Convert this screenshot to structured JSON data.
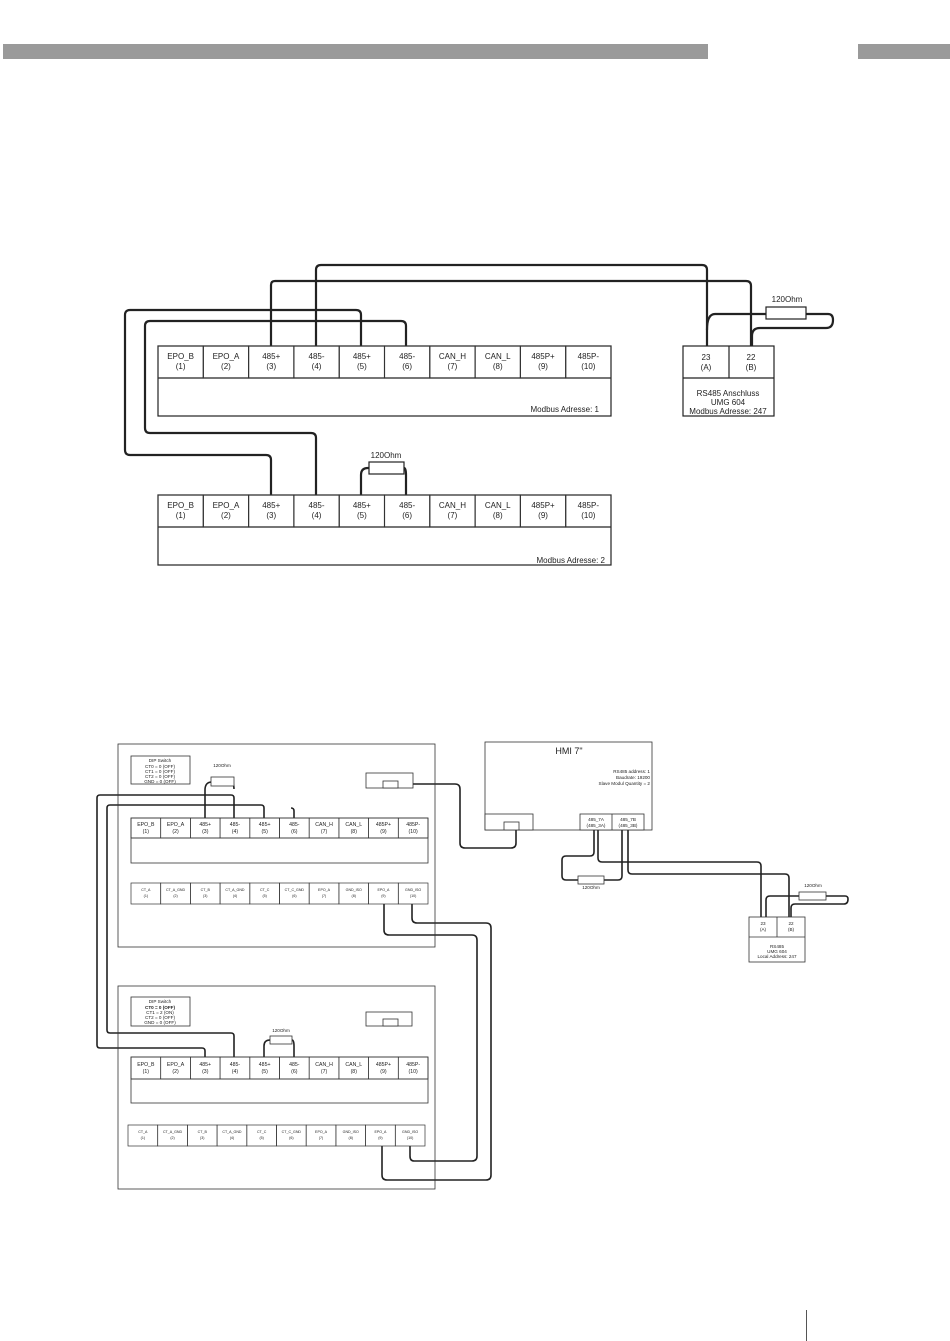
{
  "diagram1": {
    "module1": {
      "terminals": [
        {
          "name": "EPO_B",
          "num": "(1)"
        },
        {
          "name": "EPO_A",
          "num": "(2)"
        },
        {
          "name": "485+",
          "num": "(3)"
        },
        {
          "name": "485-",
          "num": "(4)"
        },
        {
          "name": "485+",
          "num": "(5)"
        },
        {
          "name": "485-",
          "num": "(6)"
        },
        {
          "name": "CAN_H",
          "num": "(7)"
        },
        {
          "name": "CAN_L",
          "num": "(8)"
        },
        {
          "name": "485P+",
          "num": "(9)"
        },
        {
          "name": "485P-",
          "num": "(10)"
        }
      ],
      "address": "Modbus Adresse: 1"
    },
    "module2": {
      "terminals": [
        {
          "name": "EPO_B",
          "num": "(1)"
        },
        {
          "name": "EPO_A",
          "num": "(2)"
        },
        {
          "name": "485+",
          "num": "(3)"
        },
        {
          "name": "485-",
          "num": "(4)"
        },
        {
          "name": "485+",
          "num": "(5)"
        },
        {
          "name": "485-",
          "num": "(6)"
        },
        {
          "name": "CAN_H",
          "num": "(7)"
        },
        {
          "name": "CAN_L",
          "num": "(8)"
        },
        {
          "name": "485P+",
          "num": "(9)"
        },
        {
          "name": "485P-",
          "num": "(10)"
        }
      ],
      "address": "Modbus Adresse: 2",
      "resistor": "120Ohm"
    },
    "umg": {
      "terminals": [
        {
          "name": "23",
          "num": "(A)"
        },
        {
          "name": "22",
          "num": "(B)"
        }
      ],
      "line1": "RS485 Anschluss",
      "line2": "UMG 604",
      "line3": "Modbus Adresse: 247",
      "resistor": "120Ohm"
    }
  },
  "diagram2": {
    "unit1": {
      "dip": [
        "DIP Switch",
        "CT0 = 0 (OFF)",
        "CT1 = 0 (OFF)",
        "CT2 = 0 (OFF)",
        "GND = 0 (OFF)"
      ],
      "resistor": "120Ohm",
      "top_terminals": [
        {
          "name": "EPO_B",
          "num": "(1)"
        },
        {
          "name": "EPO_A",
          "num": "(2)"
        },
        {
          "name": "485+",
          "num": "(3)"
        },
        {
          "name": "485-",
          "num": "(4)"
        },
        {
          "name": "485+",
          "num": "(5)"
        },
        {
          "name": "485-",
          "num": "(6)"
        },
        {
          "name": "CAN_H",
          "num": "(7)"
        },
        {
          "name": "CAN_L",
          "num": "(8)"
        },
        {
          "name": "485P+",
          "num": "(9)"
        },
        {
          "name": "485P-",
          "num": "(10)"
        }
      ],
      "bottom_terminals": [
        {
          "name": "CT_A",
          "num": "(1)"
        },
        {
          "name": "CT_A_GND",
          "num": "(2)"
        },
        {
          "name": "CT_B",
          "num": "(3)"
        },
        {
          "name": "CT_A_GND",
          "num": "(4)"
        },
        {
          "name": "CT_C",
          "num": "(5)"
        },
        {
          "name": "CT_C_GND",
          "num": "(6)"
        },
        {
          "name": "EPO_A",
          "num": "(7)"
        },
        {
          "name": "GND_ISO",
          "num": "(8)"
        },
        {
          "name": "EPO_A",
          "num": "(9)"
        },
        {
          "name": "GND_ISO",
          "num": "(10)"
        }
      ]
    },
    "unit2": {
      "dip": [
        "DIP Switch",
        "CT0 = 0 (OFF)",
        "CT1 = 2 (ON)",
        "CT2 = 0 (OFF)",
        "GND = 0 (OFF)"
      ],
      "resistor": "120Ohm",
      "top_terminals": [
        {
          "name": "EPO_B",
          "num": "(1)"
        },
        {
          "name": "EPO_A",
          "num": "(2)"
        },
        {
          "name": "485+",
          "num": "(3)"
        },
        {
          "name": "485-",
          "num": "(4)"
        },
        {
          "name": "485+",
          "num": "(5)"
        },
        {
          "name": "485-",
          "num": "(6)"
        },
        {
          "name": "CAN_H",
          "num": "(7)"
        },
        {
          "name": "CAN_L",
          "num": "(8)"
        },
        {
          "name": "485P+",
          "num": "(9)"
        },
        {
          "name": "485P-",
          "num": "(10)"
        }
      ],
      "bottom_terminals": [
        {
          "name": "CT_A",
          "num": "(1)"
        },
        {
          "name": "CT_A_GND",
          "num": "(2)"
        },
        {
          "name": "CT_B",
          "num": "(3)"
        },
        {
          "name": "CT_A_GND",
          "num": "(4)"
        },
        {
          "name": "CT_C",
          "num": "(5)"
        },
        {
          "name": "CT_C_GND",
          "num": "(6)"
        },
        {
          "name": "EPO_A",
          "num": "(7)"
        },
        {
          "name": "GND_ISO",
          "num": "(8)"
        },
        {
          "name": "EPO_A",
          "num": "(9)"
        },
        {
          "name": "GND_ISO",
          "num": "(10)"
        }
      ]
    },
    "hmi": {
      "title": "HMI 7\"",
      "info": [
        "RS485 address: 1",
        "Baudrate: 19200",
        "Slave Modul Quantity = 2"
      ],
      "terminals": [
        {
          "name": "485_7A",
          "num": "(485_3A)"
        },
        {
          "name": "485_7B",
          "num": "(485_3B)"
        }
      ],
      "resistor": "120Ohm"
    },
    "umg": {
      "terminals": [
        {
          "name": "23",
          "num": "(A)"
        },
        {
          "name": "22",
          "num": "(B)"
        }
      ],
      "line1": "RS485",
      "line2": "UMG 604",
      "line3": "Local Address: 247",
      "resistor": "120Ohm"
    }
  }
}
